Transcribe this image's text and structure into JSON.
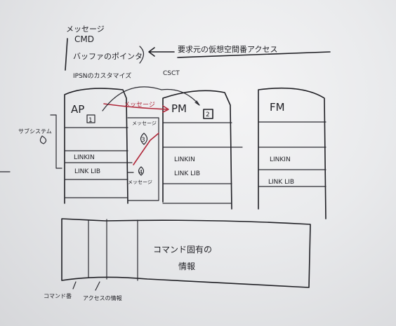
{
  "note_lines": {
    "message_header": "メッセージ",
    "cmd": "CMD",
    "buffer_pointer": "バッファのポインタ",
    "request_source": "要求元の仮想空間番アクセス",
    "ipsn_custom": "IPSNのカスタマイズ",
    "csct": "CSCT"
  },
  "boxes": {
    "ap": {
      "title": "AP",
      "badge": "1",
      "row1": "LINKIN",
      "row2": "LINK LIB"
    },
    "pm": {
      "title": "PM",
      "badge": "2",
      "row1": "LINKIN",
      "row2": "LINK LIB"
    },
    "fm": {
      "title": "FM",
      "row1": "LINKIN",
      "row2": "LINK LIB"
    }
  },
  "labels": {
    "message_red": "メッセージ",
    "subsystem": "サブシステム",
    "message_top": "メッセージ",
    "message_bottom": "メッセージ",
    "badge_3": "3",
    "badge_4": "4",
    "lower_left_1": "コマンド番",
    "lower_left_2": "アクセスの情報",
    "lower_main_1": "コマンド固有の",
    "lower_main_2": "情報"
  }
}
